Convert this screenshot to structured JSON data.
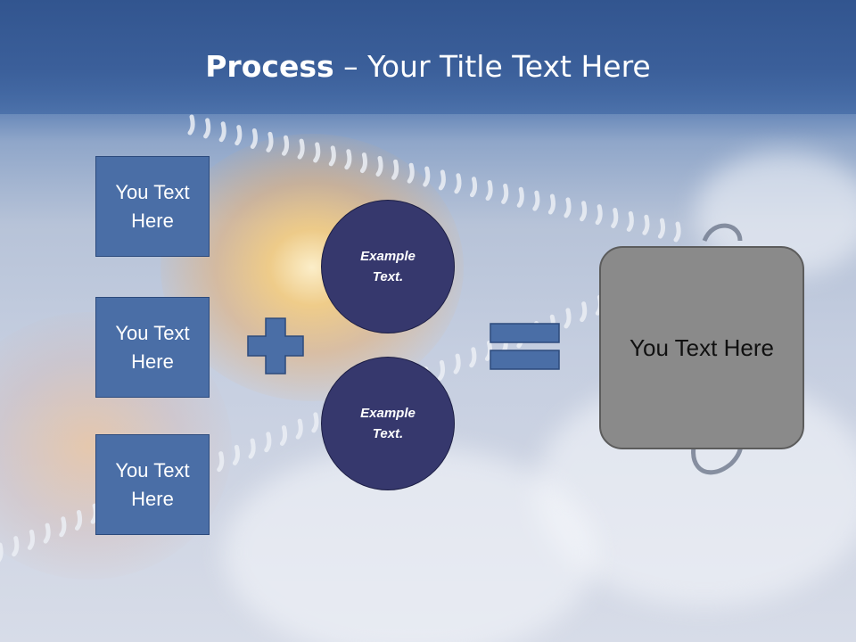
{
  "slide": {
    "title_bold": "Process",
    "title_rest": " – Your Title Text Here"
  },
  "inputs": [
    {
      "label": "You Text\nHere"
    },
    {
      "label": "You Text\nHere"
    },
    {
      "label": "You Text\nHere"
    }
  ],
  "circles": [
    {
      "label": "Example\nText."
    },
    {
      "label": "Example\nText."
    }
  ],
  "result": {
    "label": "You Text Here"
  },
  "symbols": {
    "plus": "plus-icon",
    "equals": "equals-icon"
  },
  "colors": {
    "box_fill": "#4a6ea6",
    "circle_fill": "#36386d",
    "result_fill": "#8a8a8a",
    "title_band": "#3b5f9a"
  }
}
